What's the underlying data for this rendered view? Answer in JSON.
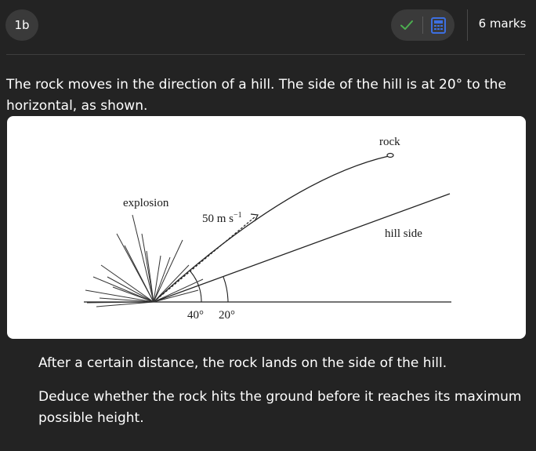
{
  "question": {
    "label": "1b",
    "marks": "6 marks"
  },
  "toolbar": {
    "check_icon": "check-icon",
    "calculator_icon": "calculator-icon",
    "check_color": "#4caf50",
    "calculator_color": "#3d6fe0"
  },
  "intro": "The rock moves in the direction of a hill. The side of the hill is at 20° to the horizontal, as shown.",
  "figure": {
    "labels": {
      "rock": "rock",
      "hill_side": "hill side",
      "explosion": "explosion",
      "velocity": "50 m s",
      "velocity_exp": "−1",
      "angle_launch": "40°",
      "angle_hill": "20°"
    }
  },
  "paragraphs": {
    "p1": "After a certain distance, the rock lands on the side of the hill.",
    "p2": "Deduce whether the rock hits the ground before it reaches its maximum possible height."
  }
}
